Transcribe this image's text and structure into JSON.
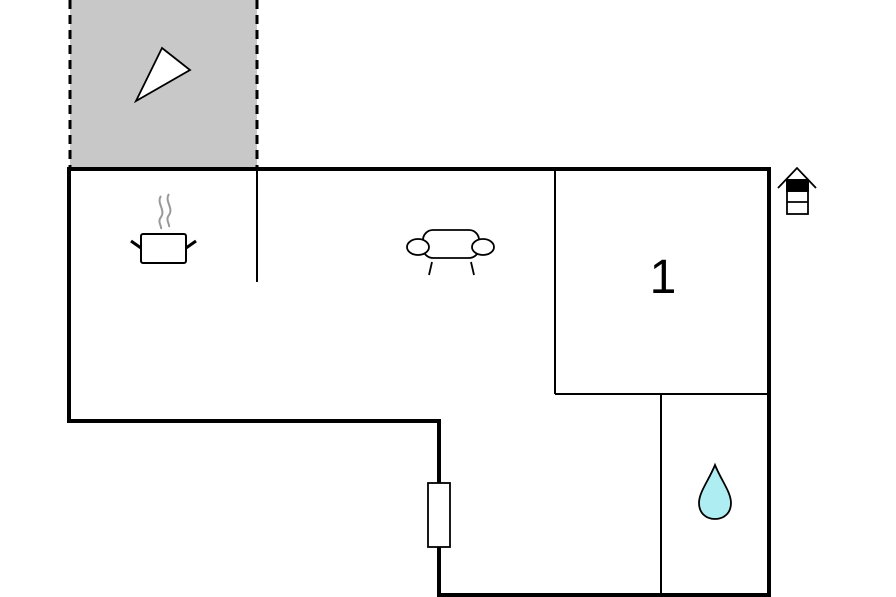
{
  "floorplan": {
    "rooms": [
      {
        "id": "terrace",
        "kind": "terrace",
        "icon": "sun-triangle-icon"
      },
      {
        "id": "kitchen",
        "kind": "kitchen",
        "icon": "cooking-pot-icon"
      },
      {
        "id": "living",
        "kind": "living-room",
        "icon": "sofa-icon"
      },
      {
        "id": "bedroom",
        "kind": "bedroom",
        "label": "1"
      },
      {
        "id": "bathroom",
        "kind": "bathroom",
        "icon": "water-drop-icon"
      }
    ],
    "entrance": {
      "icon": "house-entrance-icon"
    },
    "heater": {
      "icon": "radiator-icon"
    },
    "colors": {
      "wall": "#000000",
      "terrace_fill": "#c8c8c8",
      "water": "#aeeef2",
      "steam": "#999999",
      "background": "#ffffff"
    }
  }
}
